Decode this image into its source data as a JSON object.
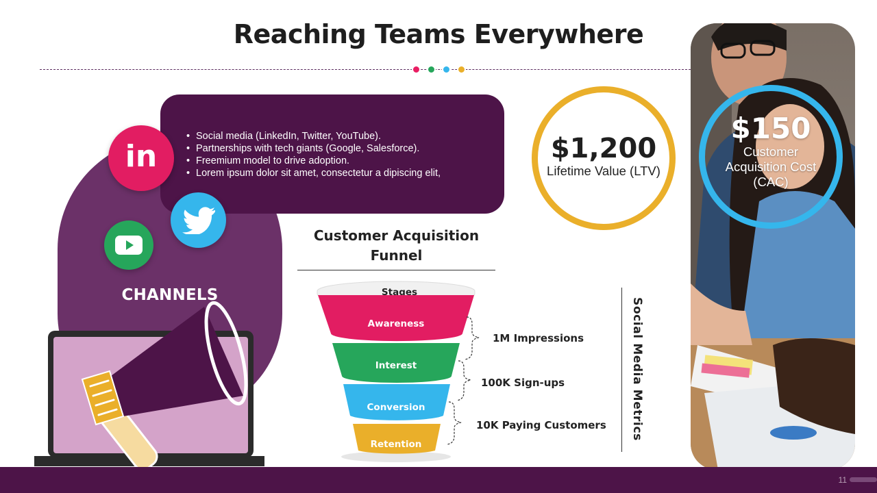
{
  "header": {
    "title": "Reaching Teams Everywhere"
  },
  "colors": {
    "dots": [
      "#e91e63",
      "#26a65b",
      "#35b6ec",
      "#eaaf2a"
    ],
    "primary": "#4d1448"
  },
  "channels": {
    "label": "CHANNELS",
    "icons": [
      "linkedin-icon",
      "twitter-icon",
      "youtube-icon",
      "megaphone-icon",
      "laptop-icon"
    ],
    "linkedin_text": "in",
    "bullets": [
      "Social media (LinkedIn, Twitter, YouTube).",
      "Partnerships with tech giants (Google, Salesforce).",
      "Freemium model to drive adoption.",
      "Lorem ipsum dolor sit amet, consectetur a  dipiscing elit,"
    ]
  },
  "ltv": {
    "value": "$1,200",
    "caption": "Lifetime Value (LTV)"
  },
  "cac": {
    "value": "$150",
    "caption": "Customer Acquisition Cost (CAC)"
  },
  "funnel": {
    "title": "Customer Acquisition Funnel",
    "header": "Stages",
    "stages": [
      {
        "label": "Awareness",
        "color": "#e21d62"
      },
      {
        "label": "Interest",
        "color": "#26a65b"
      },
      {
        "label": "Conversion",
        "color": "#35b6ec"
      },
      {
        "label": "Retention",
        "color": "#eaaf2a"
      }
    ],
    "metrics": [
      "1M Impressions",
      "100K Sign-ups",
      "10K Paying Customers"
    ],
    "side_label": "Social Media Metrics"
  },
  "footer": {
    "page_number": "11"
  }
}
